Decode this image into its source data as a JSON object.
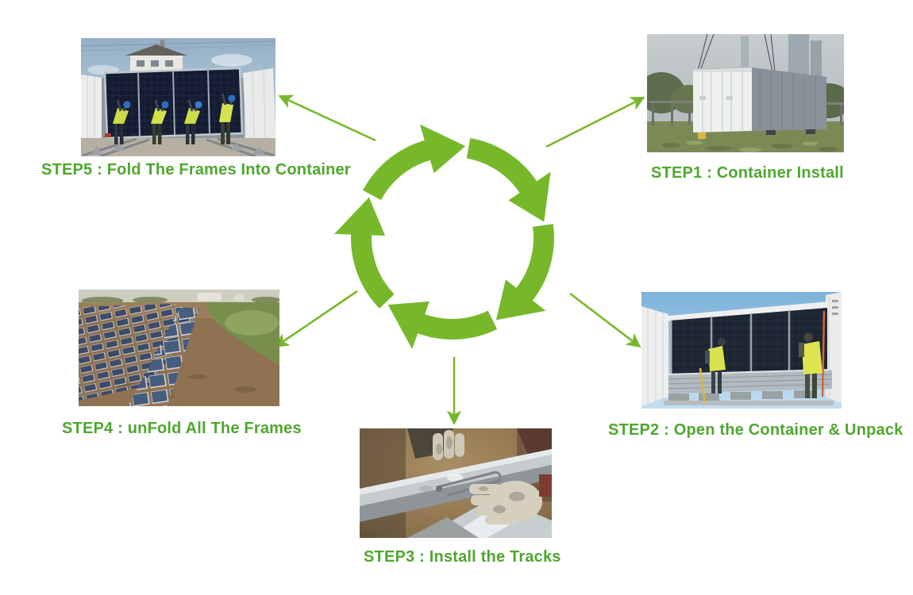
{
  "colors": {
    "caption_green": "#4ea72e",
    "arrow_green": "#76b82a",
    "background": "#ffffff"
  },
  "cycle": {
    "type": "process-cycle",
    "direction": "clockwise",
    "segment_count": 5
  },
  "steps": [
    {
      "id": "step1",
      "label": "STEP1 : Container Install",
      "photo_alt": "Shipping container suspended from crane cables being set down on a grassy site"
    },
    {
      "id": "step2",
      "label": "STEP2 : Open the Container & Unpack",
      "photo_alt": "Opened container revealing stacked solar panels with two workers unpacking"
    },
    {
      "id": "step3",
      "label": "STEP3 : Install the Tracks",
      "photo_alt": "Gloved hands pinning aluminum track sections together"
    },
    {
      "id": "step4",
      "label": "STEP4 : unFold All The Frames",
      "photo_alt": "Aerial view of rows of unfolded solar panel frames on the ground"
    },
    {
      "id": "step5",
      "label": "STEP5 : Fold The Frames Into Container",
      "photo_alt": "Crew in safety vests folding the solar frames back into the container"
    }
  ]
}
